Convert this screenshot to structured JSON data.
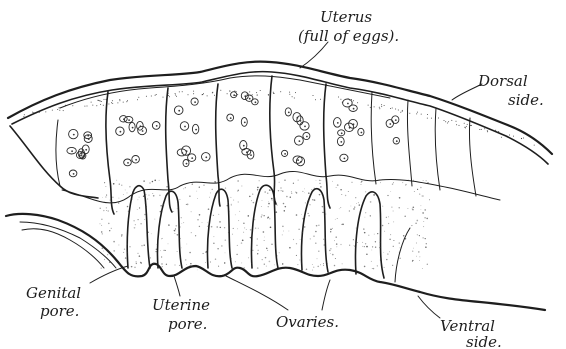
{
  "labels": {
    "uterus": "Uterus",
    "uterus_note": "(full of eggs).",
    "dorsal_1": "Dorsal",
    "dorsal_2": "side.",
    "genital_1": "Genital",
    "genital_2": "pore.",
    "uterine_1": "Uterine",
    "uterine_2": "pore.",
    "ovaries": "Ovaries.",
    "ventral_1": "Ventral",
    "ventral_2": "side."
  },
  "colors": {
    "ink": "#1e1e1e",
    "stipple": "#3a3a3a",
    "paper": "#ffffff"
  }
}
